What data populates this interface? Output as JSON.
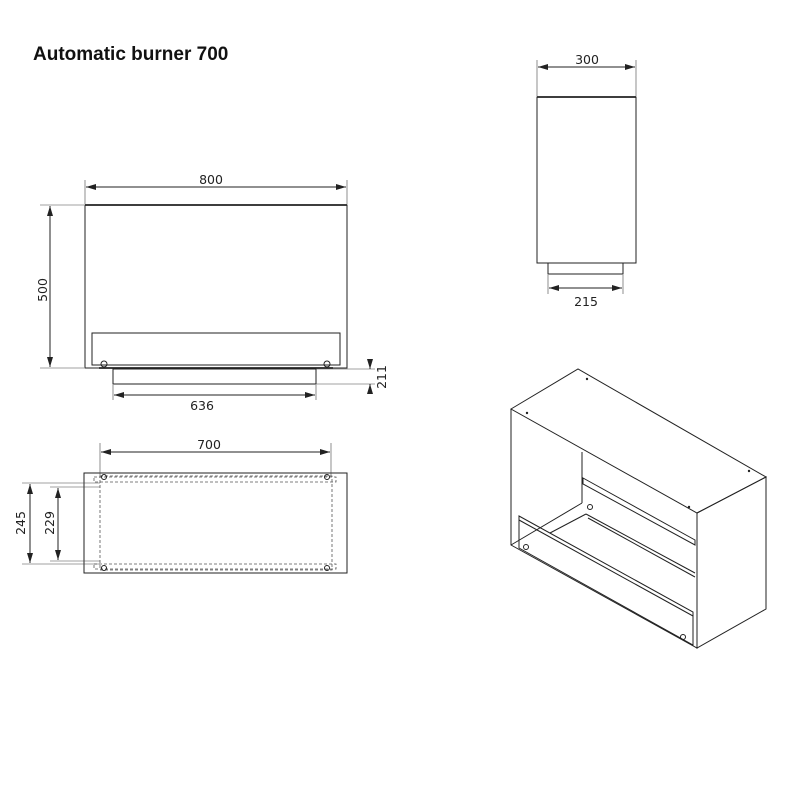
{
  "title": "Automatic burner 700",
  "front_view": {
    "width": "800",
    "height": "500",
    "base_width": "636",
    "base_height": "211"
  },
  "top_view": {
    "inner_width": "700",
    "depth_outer": "245",
    "depth_inner": "229"
  },
  "side_view": {
    "depth": "300",
    "base_depth": "215"
  }
}
